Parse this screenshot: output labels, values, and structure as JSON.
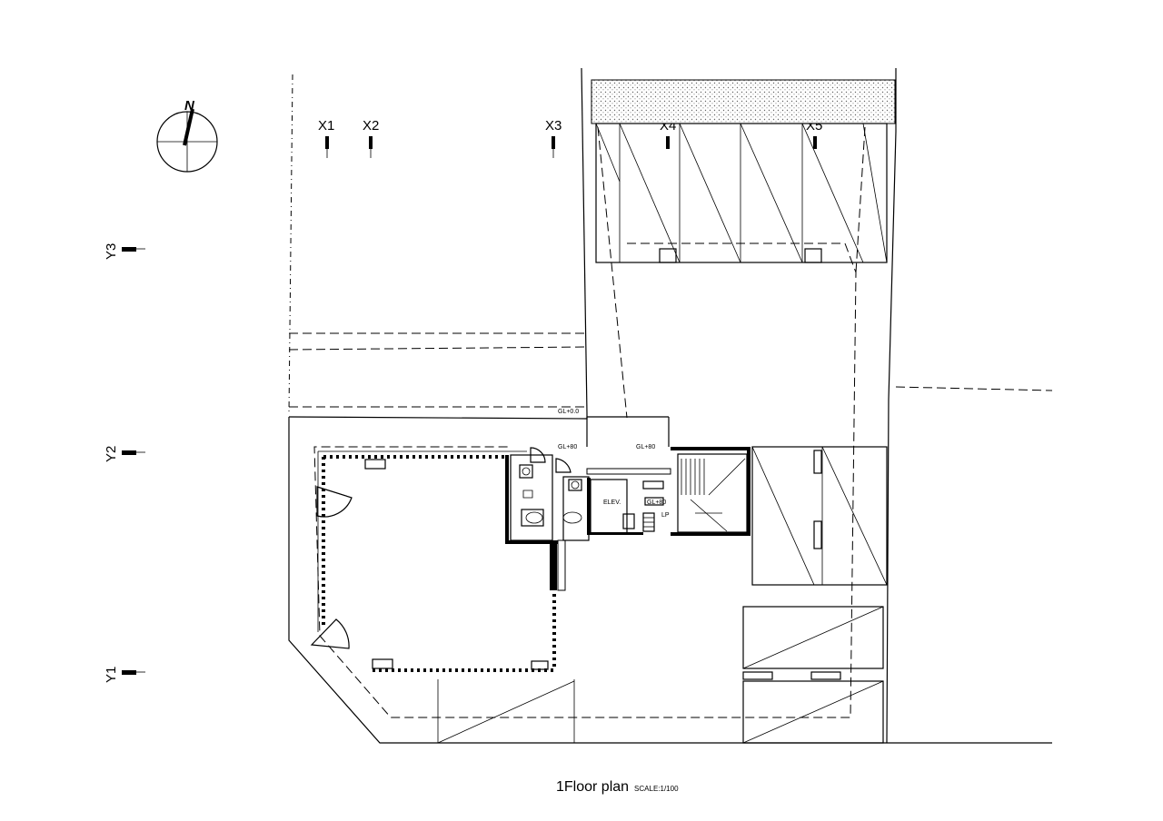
{
  "title": "1Floor plan",
  "scale": "SCALE:1/100",
  "north": "N",
  "grid_x": [
    "X1",
    "X2",
    "X3",
    "X4",
    "X5"
  ],
  "grid_y": [
    "Y1",
    "Y2",
    "Y3"
  ],
  "rooms": {
    "elevator": "ELEV.",
    "lp": "LP",
    "gl_1": "GL+0.0",
    "gl_2": "GL+80",
    "gl_3": "GL+80",
    "gl_4": "GL+80"
  }
}
